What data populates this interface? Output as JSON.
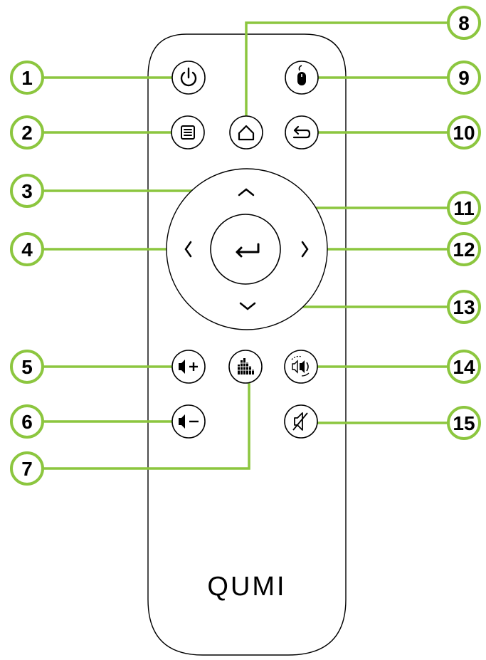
{
  "diagram": {
    "brand": "QUMI",
    "callout_color": "#8cc63f",
    "line_color": "#8cc63f",
    "outline_color": "#000000",
    "callouts": [
      {
        "number": "1",
        "icon": "power-icon"
      },
      {
        "number": "2",
        "icon": "menu-icon"
      },
      {
        "number": "3",
        "icon": "up-arrow-icon"
      },
      {
        "number": "4",
        "icon": "left-arrow-icon"
      },
      {
        "number": "5",
        "icon": "volume-up-icon"
      },
      {
        "number": "6",
        "icon": "volume-down-icon"
      },
      {
        "number": "7",
        "icon": "equalizer-icon"
      },
      {
        "number": "8",
        "icon": "home-icon"
      },
      {
        "number": "9",
        "icon": "mouse-icon"
      },
      {
        "number": "10",
        "icon": "back-icon"
      },
      {
        "number": "11",
        "icon": "enter-icon"
      },
      {
        "number": "12",
        "icon": "right-arrow-icon"
      },
      {
        "number": "13",
        "icon": "down-arrow-icon"
      },
      {
        "number": "14",
        "icon": "audio-mode-icon"
      },
      {
        "number": "15",
        "icon": "mute-icon"
      }
    ]
  }
}
